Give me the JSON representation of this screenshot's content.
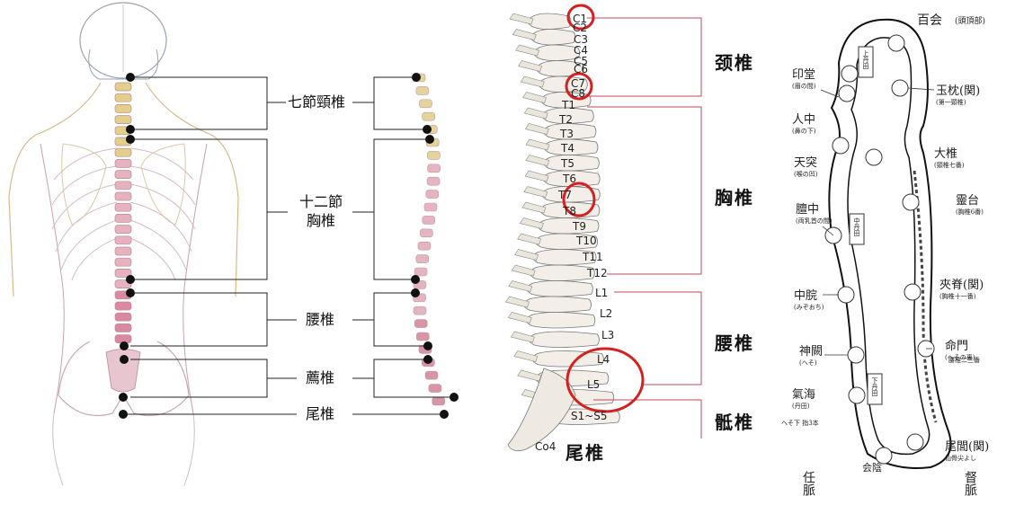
{
  "panel1": {
    "labels": {
      "cervical": "七節頸椎",
      "thoracic_line1": "十二節",
      "thoracic_line2": "胸椎",
      "lumbar": "腰椎",
      "sacral": "薦椎",
      "coccyx": "尾椎"
    }
  },
  "panel2": {
    "vertebrae": [
      "C1",
      "C2",
      "C3",
      "C4",
      "C5",
      "C6",
      "C7",
      "C8",
      "T1",
      "T2",
      "T3",
      "T4",
      "T5",
      "T6",
      "T7",
      "T8",
      "T9",
      "T10",
      "T11",
      "T12",
      "L1",
      "L2",
      "L3",
      "L4",
      "L5",
      "S1~S5",
      "Co4"
    ],
    "groups": {
      "cervical": "颈椎",
      "thoracic": "胸椎",
      "lumbar": "腰椎",
      "sacral": "骶椎",
      "coccyx": "尾椎"
    },
    "highlight_color": "#d42020",
    "line_color": "#c04a5a"
  },
  "panel3": {
    "top": "百会",
    "top_note": "(頭頂部)",
    "left_labels": [
      {
        "name": "印堂",
        "note": "(眉の間)"
      },
      {
        "name": "人中",
        "note": "(鼻の下)"
      },
      {
        "name": "天突",
        "note": "(喉の凹)"
      },
      {
        "name": "膻中",
        "note": "(両乳首の間)"
      },
      {
        "name": "中脘",
        "note": "(みぞおち)"
      },
      {
        "name": "神闕",
        "note": "(へそ)"
      },
      {
        "name": "氣海",
        "note": "(丹田)"
      },
      {
        "name": "",
        "note": "へそ下 指3本"
      }
    ],
    "right_labels": [
      {
        "name": "玉枕(関)",
        "note": "(第一頸椎)"
      },
      {
        "name": "大椎",
        "note": "(頸椎七番)"
      },
      {
        "name": "靈台",
        "note": "(胸椎6番)"
      },
      {
        "name": "夾脊(関)",
        "note": "(胸椎十一番)"
      },
      {
        "name": "命門",
        "note": "(へその裏)"
      },
      {
        "name": "",
        "note": "腰椎二三番"
      },
      {
        "name": "尾閭(関)",
        "note": "仙骨尖よし"
      }
    ],
    "dantian_upper": "上丹田",
    "dantian_middle": "中丹田",
    "dantian_lower": "下丹田",
    "bottom_center": "会陰",
    "left_channel": "任脈",
    "right_channel": "督脈"
  }
}
